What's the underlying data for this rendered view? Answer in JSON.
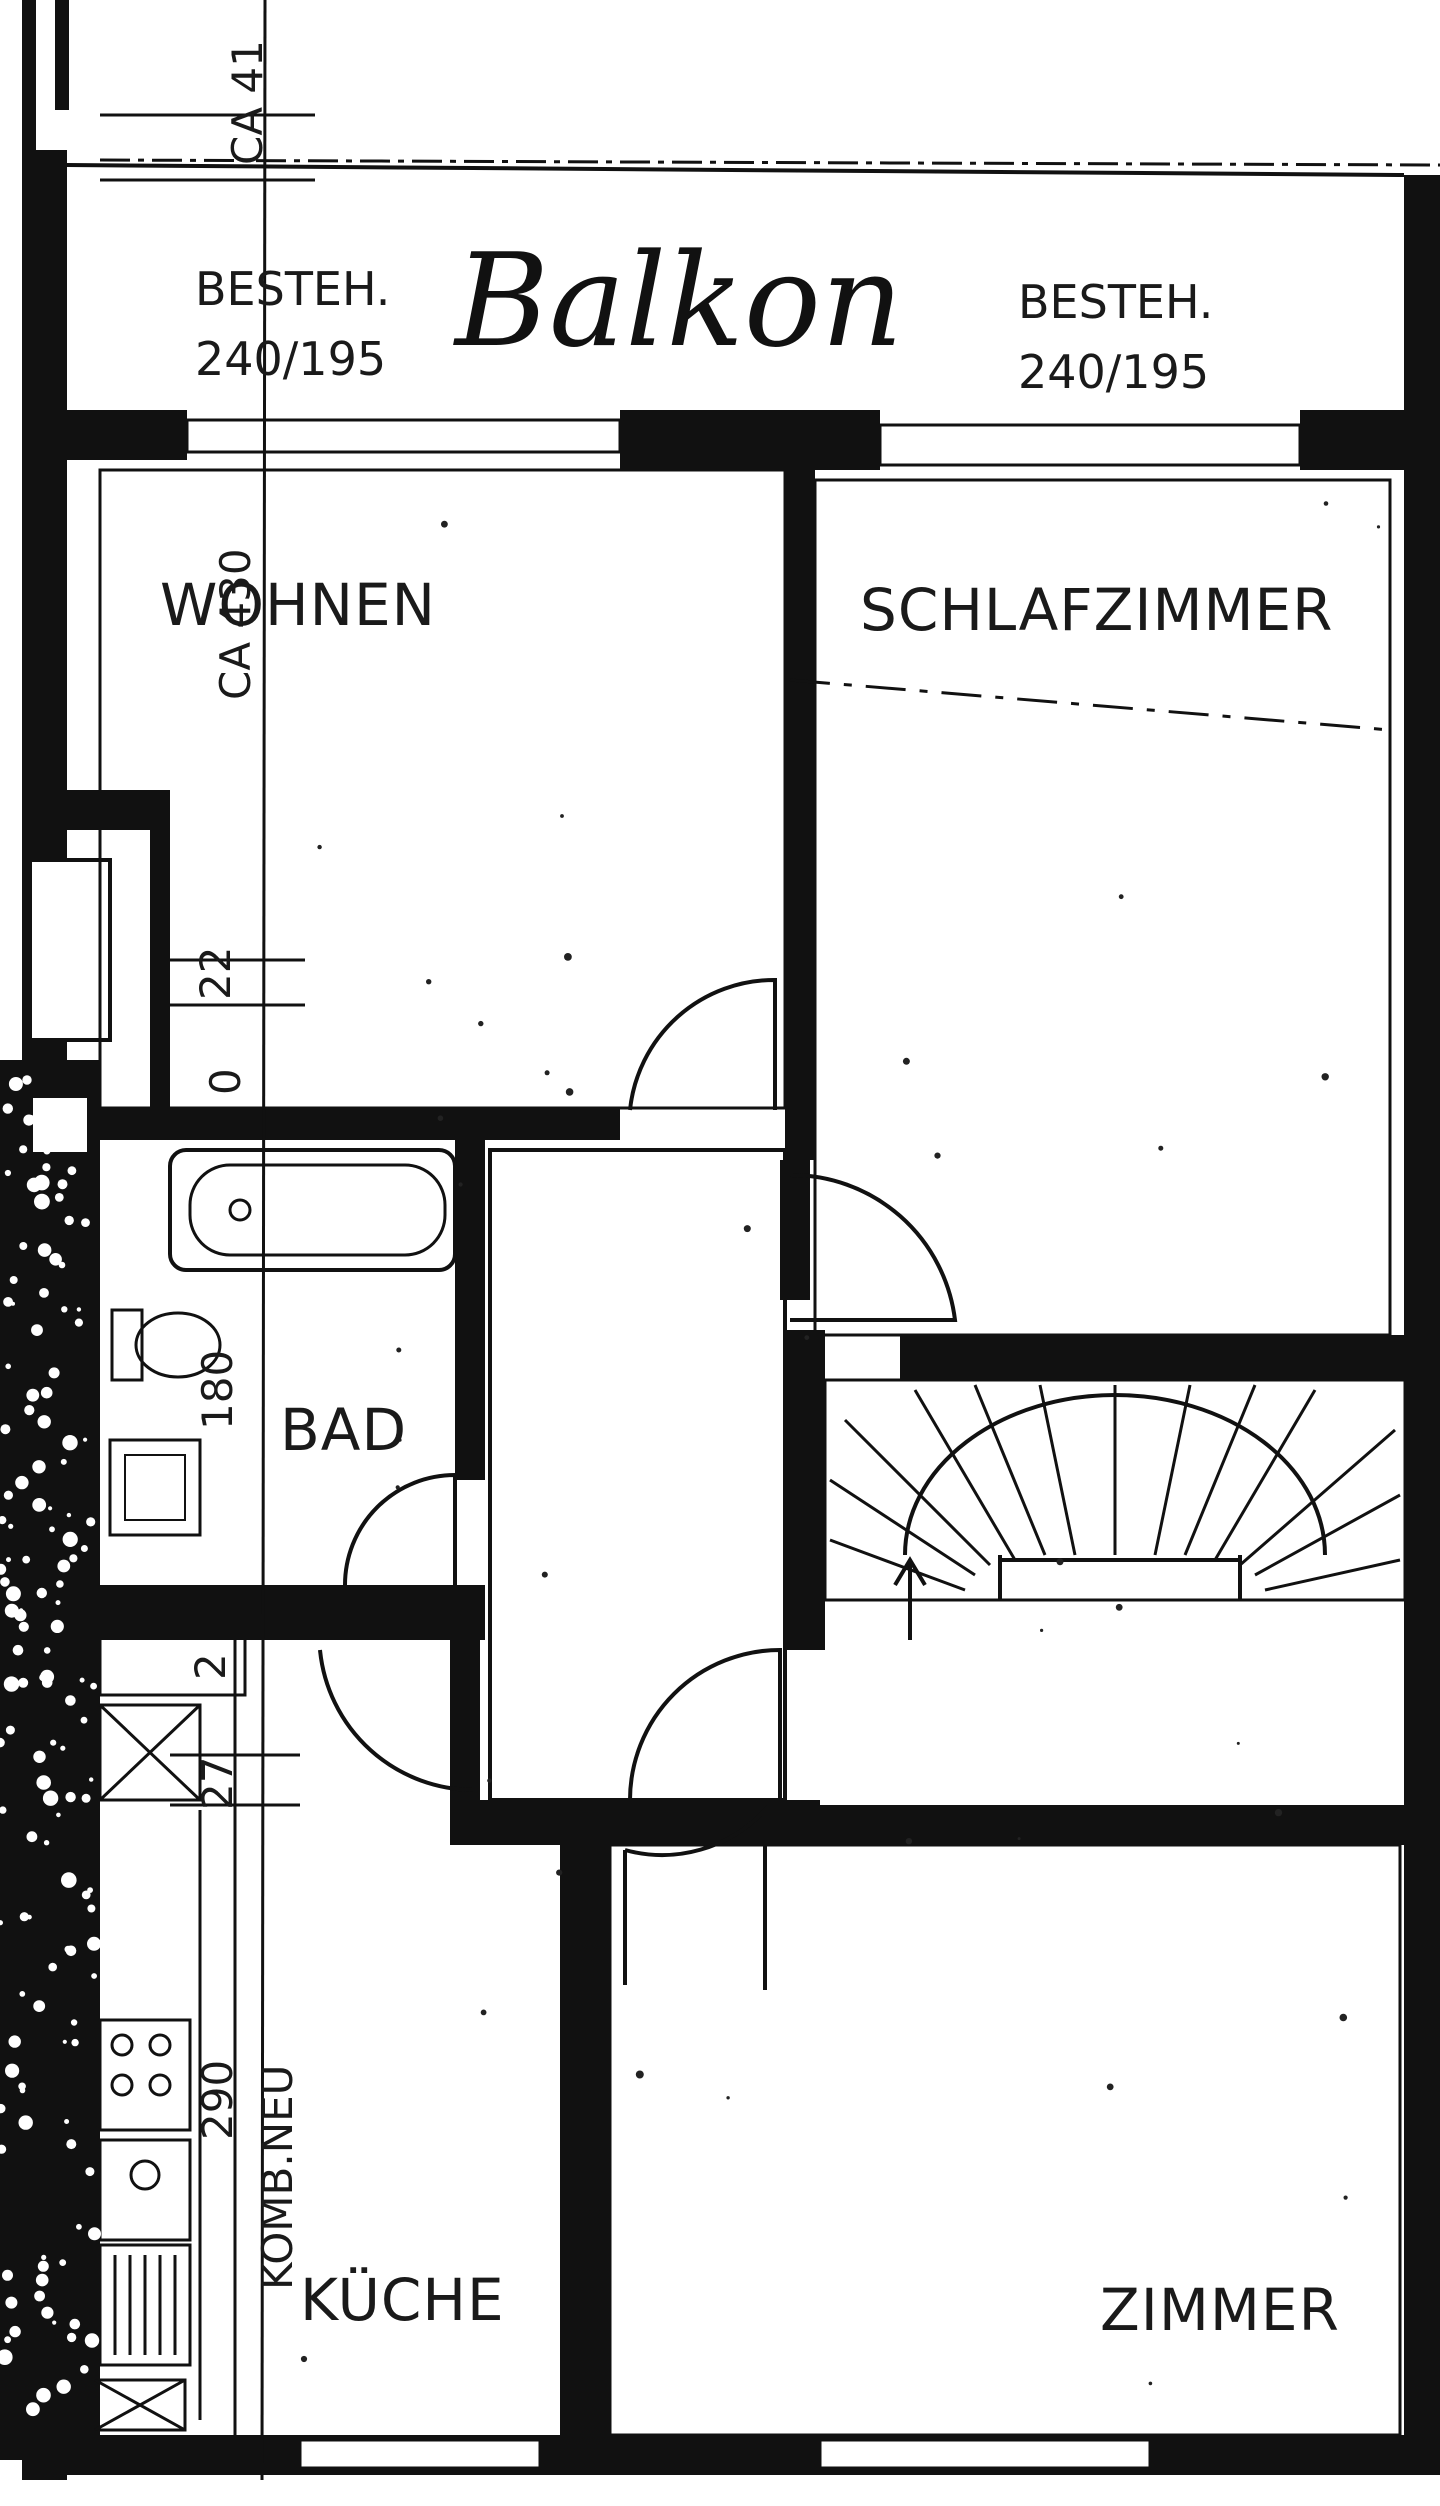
{
  "balcony": {
    "label": "Balkon",
    "left_note_line1": "BESTEH.",
    "left_note_line2": "240/195",
    "right_note_line1": "BESTEH.",
    "right_note_line2": "240/195"
  },
  "rooms": {
    "wohnen": "WOHNEN",
    "schlafzimmer": "SCHLAFZIMMER",
    "bad": "BAD",
    "kueche": "KÜCHE",
    "zimmer": "ZIMMER"
  },
  "dimensions": {
    "ca41": "CA 41",
    "ca430": "CA 430",
    "d22": "22",
    "d0": "0",
    "d180": "180",
    "d2": "2",
    "d27": "27",
    "d290": "290",
    "komb_neu": "KOMB.NEU"
  },
  "colors": {
    "ink": "#111111",
    "paper": "#ffffff"
  }
}
